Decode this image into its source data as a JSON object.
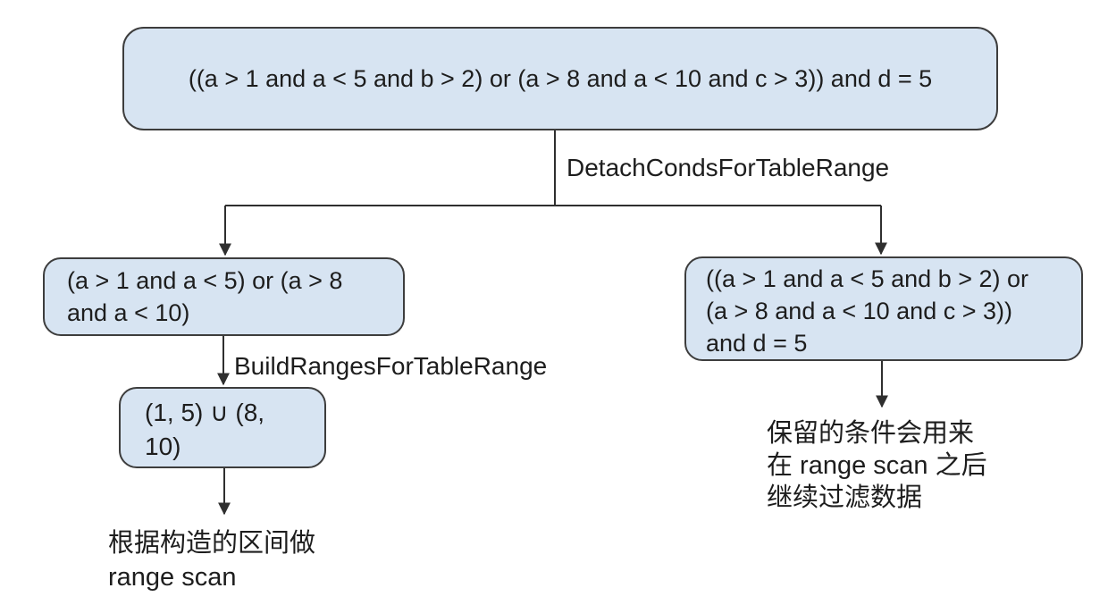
{
  "diagram": {
    "colors": {
      "background": "#ffffff",
      "node_fill": "#d7e4f2",
      "node_border": "#3d3d3d",
      "edge": "#2f2f2f",
      "text": "#1d1d1d"
    },
    "nodes": {
      "root": {
        "lines": [
          "((a > 1 and a < 5 and b > 2) or (a > 8 and a < 10 and c > 3)) and d = 5"
        ]
      },
      "range_conds": {
        "lines": [
          "(a > 1 and a < 5) or (a > 8",
          "and a < 10)"
        ]
      },
      "remained_conds": {
        "lines": [
          "((a > 1 and a < 5 and b > 2) or",
          "(a > 8 and a < 10 and c > 3))",
          "and d = 5"
        ]
      },
      "ranges": {
        "lines": [
          "(1, 5) ∪ (8,",
          "10)"
        ]
      }
    },
    "edge_labels": {
      "detach": "DetachCondsForTableRange",
      "build": "BuildRangesForTableRange"
    },
    "annotations": {
      "range_scan": {
        "lines": [
          "根据构造的区间做",
          "range scan"
        ]
      },
      "remained_filter": {
        "lines": [
          "保留的条件会用来",
          "在 range scan 之后",
          "继续过滤数据"
        ]
      }
    }
  }
}
